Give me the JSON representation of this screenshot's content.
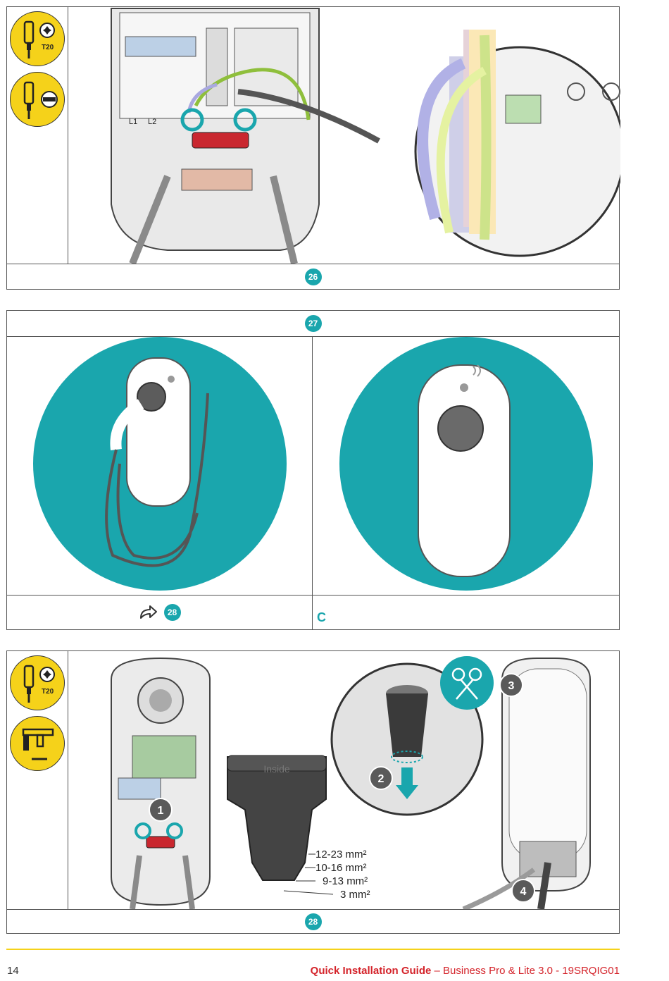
{
  "panels": {
    "p26": {
      "step_badge": "26",
      "tools": [
        {
          "name": "torx-screwdriver",
          "label": "T20"
        },
        {
          "name": "flat-screwdriver",
          "label": ""
        }
      ],
      "wire_labels": [
        "L1",
        "L2"
      ]
    },
    "p27": {
      "step_badge": "27",
      "left_caption_badge": "28",
      "right_caption": "C"
    },
    "p28": {
      "step_badge": "28",
      "tools": [
        {
          "name": "torx-screwdriver",
          "label": "T20"
        },
        {
          "name": "caliper",
          "label": ""
        }
      ],
      "grommet_label": "Inside",
      "sizes": [
        "12-23 mm²",
        "10-16 mm²",
        "9-13 mm²",
        "3 mm²"
      ],
      "callouts": [
        "1",
        "2",
        "3",
        "4"
      ]
    }
  },
  "footer": {
    "page_number": "14",
    "title_bold": "Quick Installation Guide",
    "title_rest": " – Business Pro & Lite 3.0 - 19SRQIG01"
  },
  "colors": {
    "teal": "#1aa6ad",
    "yellow": "#f5d21a",
    "red": "#d4232a"
  }
}
